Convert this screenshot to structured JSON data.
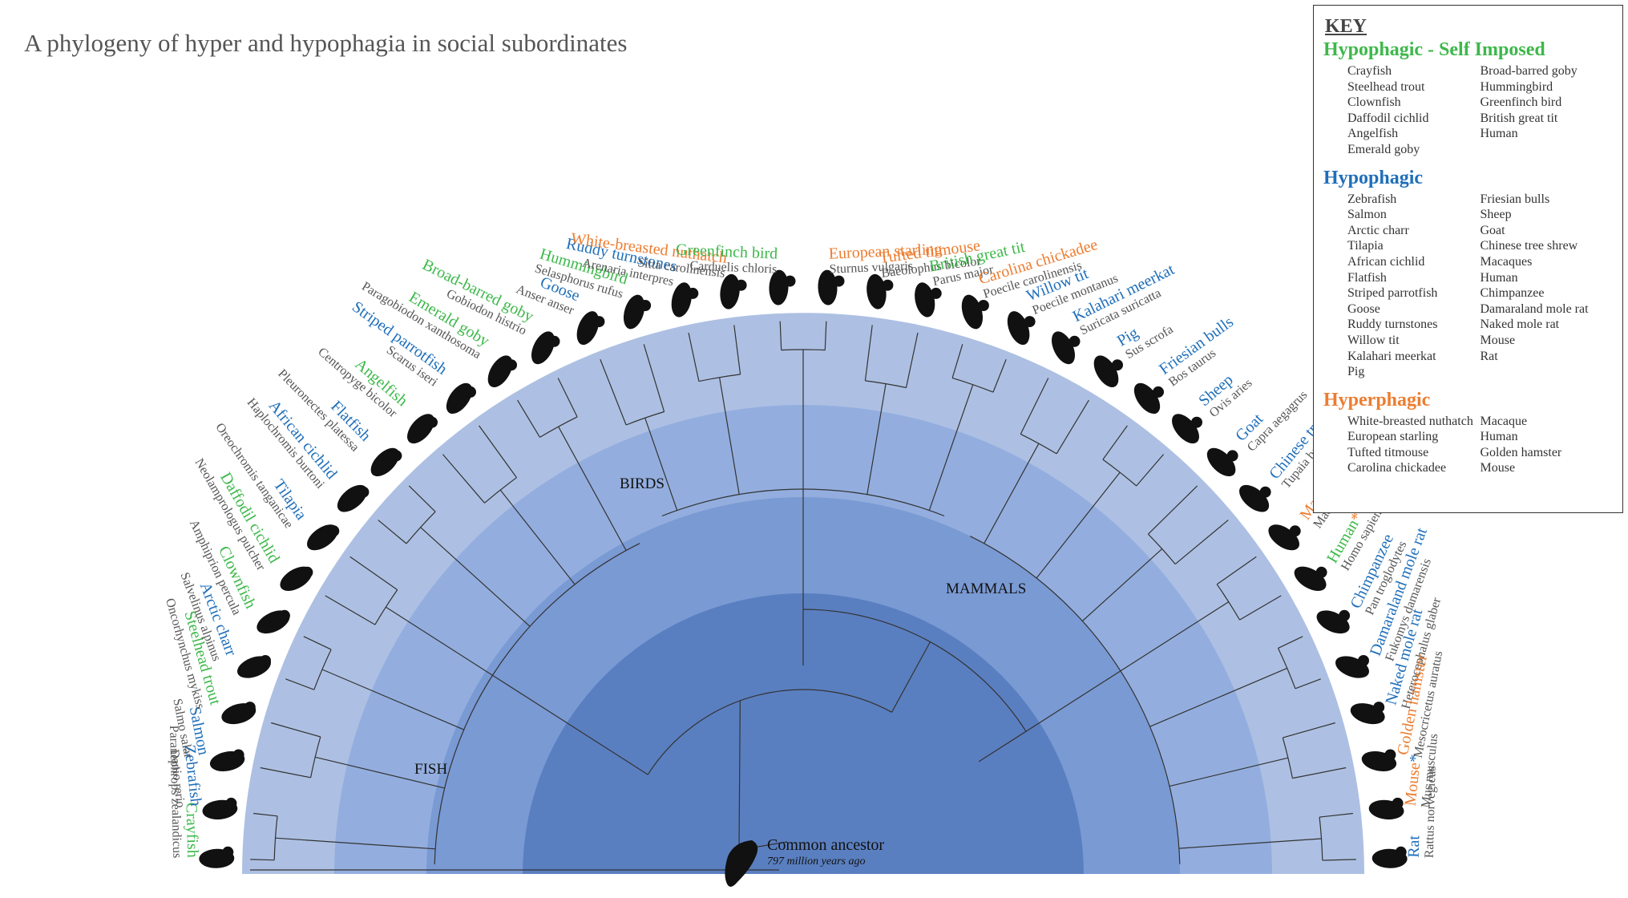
{
  "title": "A phylogeny of hyper and hypophagia in social subordinates",
  "colors": {
    "self_imposed": "#3db84a",
    "hypophagic": "#1f6fba",
    "hyperphagic": "#ec7d31",
    "asterisk_hypophagic": "#1f6fba",
    "asterisk_hyperphagic": "#ec7d31",
    "ring_outer": "#adc0e3",
    "ring_2": "#93aede",
    "ring_3": "#7a9ad4",
    "ring_inner": "#5a7fc0"
  },
  "clades": {
    "fish": "FISH",
    "birds": "BIRDS",
    "mammals": "MAMMALS",
    "ancestor": "Common ancestor",
    "ancestor_age": "797 million years ago"
  },
  "species": [
    {
      "name": "Crayfish",
      "sci": "Paranephrops zealandicus",
      "cat": "self_imposed",
      "icon": "lobster-icon"
    },
    {
      "name": "Zebrafish",
      "sci": "Danio rerio",
      "cat": "hypophagic",
      "icon": "fish-icon"
    },
    {
      "name": "Salmon",
      "sci": "Salmo salar",
      "cat": "hypophagic",
      "icon": "fish-icon"
    },
    {
      "name": "Steelhead trout",
      "sci": "Oncorhynchus mykiss",
      "cat": "self_imposed",
      "icon": "fish-icon"
    },
    {
      "name": "Arctic charr",
      "sci": "Salvelinus alpinus",
      "cat": "hypophagic",
      "icon": "fish-icon"
    },
    {
      "name": "Clownfish",
      "sci": "Amphiprion percula",
      "cat": "self_imposed",
      "icon": "fish-icon"
    },
    {
      "name": "Daffodil cichlid",
      "sci": "Neolamprologus pulcher",
      "cat": "self_imposed",
      "icon": "fish-icon"
    },
    {
      "name": "Tilapia",
      "sci": "Oreochromis tanganicae",
      "cat": "hypophagic",
      "icon": "fish-icon"
    },
    {
      "name": "African cichlid",
      "sci": "Haplochromis burtoni",
      "cat": "hypophagic",
      "icon": "fish-icon"
    },
    {
      "name": "Flatfish",
      "sci": "Pleuronectes platessa",
      "cat": "hypophagic",
      "icon": "flatfish-icon"
    },
    {
      "name": "Angelfish",
      "sci": "Centropyge bicolor",
      "cat": "self_imposed",
      "icon": "fish-icon"
    },
    {
      "name": "Striped parrotfish",
      "sci": "Scarus iseri",
      "cat": "hypophagic",
      "icon": "fish-icon"
    },
    {
      "name": "Emerald goby",
      "sci": "Paragobiodon xanthosoma",
      "cat": "self_imposed",
      "icon": "fish-icon"
    },
    {
      "name": "Broad-barred goby",
      "sci": "Gobiodon histrio",
      "cat": "self_imposed",
      "icon": "fish-icon"
    },
    {
      "name": "Goose",
      "sci": "Anser anser",
      "cat": "hypophagic",
      "icon": "goose-icon"
    },
    {
      "name": "Hummingbird",
      "sci": "Selasphorus rufus",
      "cat": "self_imposed",
      "icon": "bird-icon"
    },
    {
      "name": "Ruddy turnstones",
      "sci": "Arenaria interpres",
      "cat": "hypophagic",
      "icon": "bird-icon"
    },
    {
      "name": "White-breasted nuthatch",
      "sci": "Sitta carolinensis",
      "cat": "hyperphagic",
      "icon": "bird-icon"
    },
    {
      "name": "Greenfinch bird",
      "sci": "Carduelis chloris",
      "cat": "self_imposed",
      "icon": "bird-icon"
    },
    {
      "name": "European starling",
      "sci": "Sturnus vulgaris",
      "cat": "hyperphagic",
      "icon": "bird-icon"
    },
    {
      "name": "Tufted titmouse",
      "sci": "Baeolophus bicolor",
      "cat": "hyperphagic",
      "icon": "bird-icon"
    },
    {
      "name": "British great tit",
      "sci": "Parus major",
      "cat": "self_imposed",
      "icon": "bird-icon"
    },
    {
      "name": "Carolina chickadee",
      "sci": "Poecile carolinensis",
      "cat": "hyperphagic",
      "icon": "bird-icon"
    },
    {
      "name": "Willow tit",
      "sci": "Poecile montanus",
      "cat": "hypophagic",
      "icon": "bird-icon"
    },
    {
      "name": "Kalahari meerkat",
      "sci": "Suricata suricatta",
      "cat": "hypophagic",
      "icon": "meerkat-icon"
    },
    {
      "name": "Pig",
      "sci": "Sus scrofa",
      "cat": "hypophagic",
      "icon": "pig-icon"
    },
    {
      "name": "Friesian bulls",
      "sci": "Bos taurus",
      "cat": "hypophagic",
      "icon": "cow-icon"
    },
    {
      "name": "Sheep",
      "sci": "Ovis aries",
      "cat": "hypophagic",
      "icon": "sheep-icon"
    },
    {
      "name": "Goat",
      "sci": "Capra aegagrus",
      "cat": "hypophagic",
      "icon": "goat-icon"
    },
    {
      "name": "Chinese tree shrew",
      "sci": "Tupaia belangeri",
      "cat": "hypophagic",
      "icon": "shrew-icon"
    },
    {
      "name": "Macaques",
      "asterisk": "*",
      "asterisk_cat": "hypophagic",
      "sci": "Macaca mulatta",
      "cat": "hyperphagic",
      "icon": "monkey-icon"
    },
    {
      "name": "Human",
      "asterisk": "*",
      "asterisk_cat": "hyperphagic",
      "asterisk2": "*",
      "asterisk2_cat": "hypophagic",
      "sci": "Homo sapiens",
      "cat": "self_imposed",
      "icon": "human-icon"
    },
    {
      "name": "Chimpanzee",
      "sci": "Pan troglodytes",
      "cat": "hypophagic",
      "icon": "chimp-icon"
    },
    {
      "name": "Damaraland mole rat",
      "sci": "Fukomys damarensis",
      "cat": "hypophagic",
      "icon": "molerat-icon"
    },
    {
      "name": "Naked mole rat",
      "sci": "Heterocephalus glaber",
      "cat": "hypophagic",
      "icon": "molerat-icon"
    },
    {
      "name": "Golden hamster",
      "sci": "Mesocricetus auratus",
      "cat": "hyperphagic",
      "icon": "hamster-icon"
    },
    {
      "name": "Mouse",
      "asterisk": "*",
      "asterisk_cat": "hypophagic",
      "sci": "Mus musculus",
      "cat": "hyperphagic",
      "icon": "mouse-icon"
    },
    {
      "name": "Rat",
      "sci": "Rattus norvegicus",
      "cat": "hypophagic",
      "icon": "rat-icon"
    }
  ],
  "key": {
    "title": "KEY",
    "sections": [
      {
        "heading": "Hypophagic - Self Imposed",
        "cat": "self_imposed",
        "col1": [
          "Crayfish",
          "Steelhead trout",
          "Clownfish",
          "Daffodil cichlid",
          "Angelfish",
          "Emerald goby"
        ],
        "col2": [
          "Broad-barred goby",
          "Hummingbird",
          "Greenfinch bird",
          "British great tit",
          "Human"
        ]
      },
      {
        "heading": "Hypophagic",
        "cat": "hypophagic",
        "col1": [
          "Zebrafish",
          "Salmon",
          "Arctic charr",
          "Tilapia",
          "African cichlid",
          "Flatfish",
          "Striped parrotfish",
          "Goose",
          "Ruddy turnstones",
          "Willow tit",
          "Kalahari meerkat",
          "Pig"
        ],
        "col2": [
          "Friesian bulls",
          "Sheep",
          "Goat",
          "Chinese tree shrew",
          "Macaques",
          "Human",
          "Chimpanzee",
          "Damaraland mole rat",
          "Naked mole rat",
          "Mouse",
          "Rat"
        ]
      },
      {
        "heading": "Hyperphagic",
        "cat": "hyperphagic",
        "col1": [
          "White-breasted nuthatch",
          "European starling",
          "Tufted titmouse",
          "Carolina chickadee"
        ],
        "col2": [
          "Macaque",
          "Human",
          "Golden hamster",
          "Mouse"
        ]
      }
    ]
  }
}
